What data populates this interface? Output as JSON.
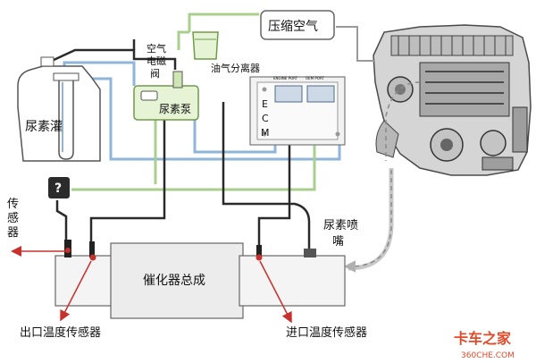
{
  "labels": {
    "urea_tank": "尿素灌",
    "air_solenoid_valve": [
      "空气",
      "电磁",
      "阀"
    ],
    "urea_pump": "尿素泵",
    "oil_gas_separator": "油气分离器",
    "compressed_air": "压缩空气",
    "ecm_letters": [
      "E",
      "C",
      "M"
    ],
    "ecm_port_left": "ENGINE PORT",
    "ecm_port_right": "OEM PORT",
    "sensor_marker": "?",
    "sensor_vertical": [
      "传",
      "感",
      "器"
    ],
    "urea_nozzle": "尿素喷",
    "urea_nozzle_2": "嘴",
    "catalyst": "催化器总成",
    "outlet_temp_sensor": "出口温度传感器",
    "inlet_temp_sensor": "进口温度传感器"
  },
  "watermark": {
    "brand": "卡车之家",
    "site": "360CHE.COM",
    "color": "#e24a2a"
  },
  "colors": {
    "blue_line": "#8fb5d8",
    "green_line": "#a9cf8e",
    "dark_line": "#2a2a2a",
    "gray_line": "#9a9a9a",
    "box_stroke": "#555555",
    "pump_fill": "#e6f3d4",
    "red": "#c8302c"
  }
}
